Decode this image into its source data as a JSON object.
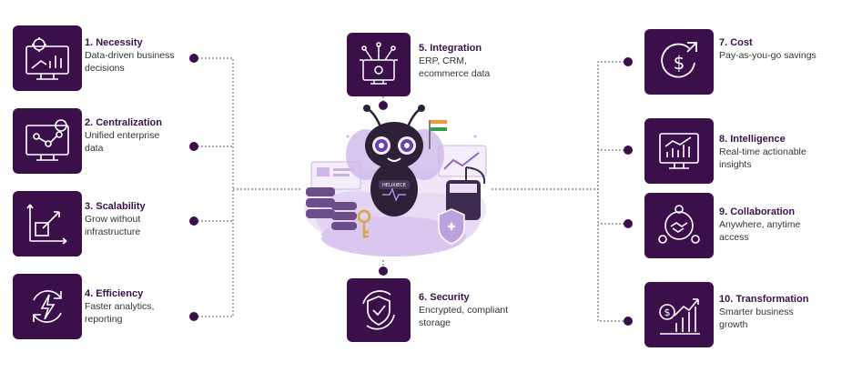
{
  "items": [
    {
      "title": "1. Necessity",
      "desc": "Data-driven business\ndecisions",
      "icon": "monitor-gear-chart-icon"
    },
    {
      "title": "2. Centralization",
      "desc": "Unified enterprise\ndata",
      "icon": "monitor-network-icon"
    },
    {
      "title": "3. Scalability",
      "desc": "Grow without\ninfrastructure",
      "icon": "scale-arrows-icon"
    },
    {
      "title": "4. Efficiency",
      "desc": "Faster analytics,\nreporting",
      "icon": "lightning-cycle-icon"
    },
    {
      "title": "5. Integration",
      "desc": "ERP, CRM,\necommerce data",
      "icon": "integration-hub-icon"
    },
    {
      "title": "6. Security",
      "desc": "Encrypted, compliant\nstorage",
      "icon": "shield-check-icon"
    },
    {
      "title": "7. Cost",
      "desc": "Pay-as-you-go savings",
      "icon": "dollar-cycle-icon"
    },
    {
      "title": "8.  Intelligence",
      "desc": "Real-time actionable\ninsights",
      "icon": "analytics-monitor-icon"
    },
    {
      "title": "9. Collaboration",
      "desc": "Anywhere, anytime\naccess",
      "icon": "team-handshake-icon"
    },
    {
      "title": "10. Transformation",
      "desc": "Smarter business\ngrowth",
      "icon": "growth-chart-icon"
    }
  ],
  "mascot": {
    "badge": "HELIXIECE"
  },
  "colors": {
    "tile": "#3b0f4a",
    "accent": "#7c4fb0",
    "cloud": "#e7dcf5"
  }
}
